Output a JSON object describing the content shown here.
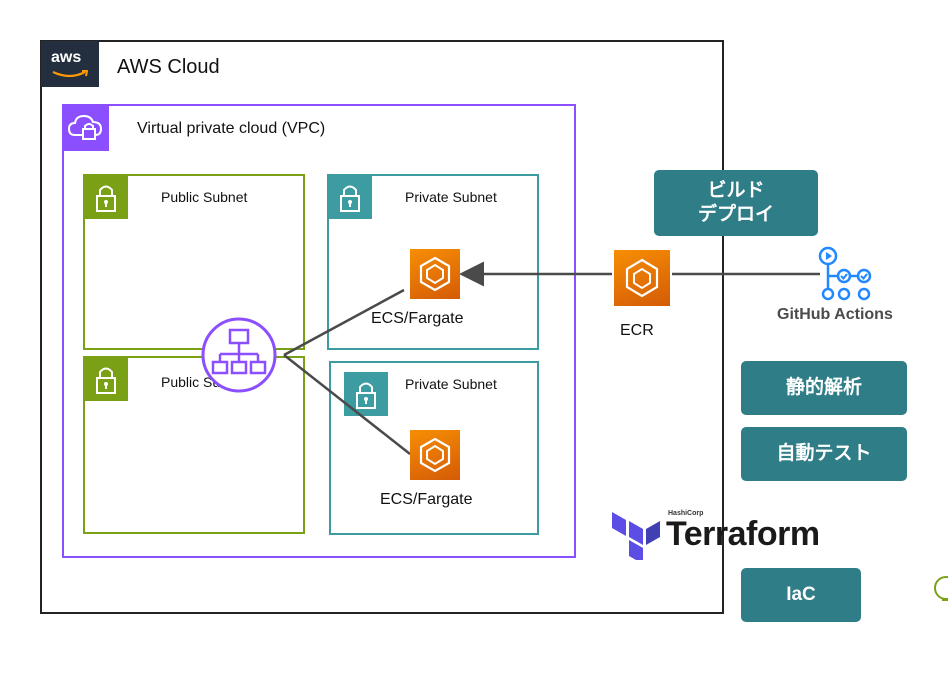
{
  "aws": {
    "logo_text": "aws",
    "title": "AWS Cloud"
  },
  "vpc": {
    "title": "Virtual private cloud (VPC)"
  },
  "subnets": {
    "public_top": "Public Subnet",
    "public_bottom": "Public Subnet",
    "private_top": "Private Subnet",
    "private_bottom": "Private Subnet"
  },
  "services": {
    "ecs_top": "ECS/Fargate",
    "ecs_bottom": "ECS/Fargate",
    "ecr": "ECR",
    "github": "GitHub Actions"
  },
  "pipeline": {
    "build_line1": "ビルド",
    "build_line2": "デプロイ",
    "static_analysis": "静的解析",
    "auto_test": "自動テスト",
    "iac": "IaC"
  },
  "terraform": {
    "brand": "HashiCorp",
    "name": "Terraform"
  },
  "colors": {
    "vpc": "#8c4fff",
    "public_subnet": "#7aa116",
    "private_subnet": "#3d9ca1",
    "service_orange": "#f78e04",
    "pipeline_teal": "#2f7e87",
    "terraform_purple": "#5c4ee5",
    "aws_dark": "#232f3e"
  }
}
